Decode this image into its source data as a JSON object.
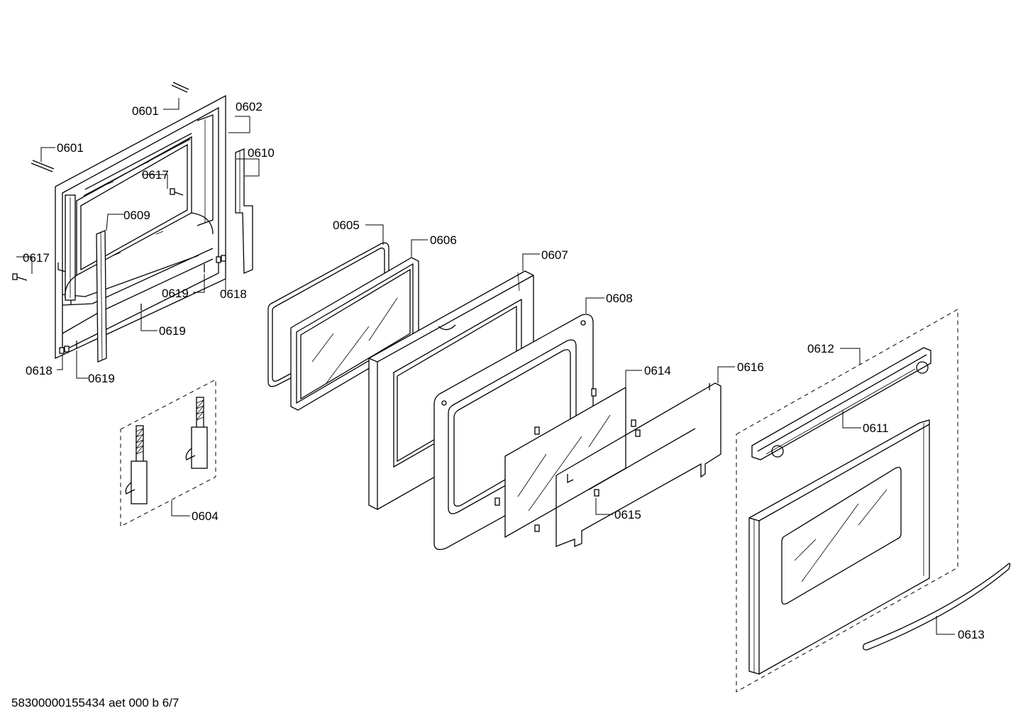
{
  "labels": {
    "p0601a": "0601",
    "p0601b": "0601",
    "p0602": "0602",
    "p0604": "0604",
    "p0605": "0605",
    "p0606": "0606",
    "p0607": "0607",
    "p0608": "0608",
    "p0609": "0609",
    "p0610": "0610",
    "p0611": "0611",
    "p0612": "0612",
    "p0613": "0613",
    "p0614": "0614",
    "p0615": "0615",
    "p0616": "0616",
    "p0617a": "0617",
    "p0617b": "0617",
    "p0618a": "0618",
    "p0618b": "0618",
    "p0619a": "0619",
    "p0619b": "0619",
    "p0619c": "0619"
  },
  "footer": "58300000155434 aet 000 b 6/7"
}
